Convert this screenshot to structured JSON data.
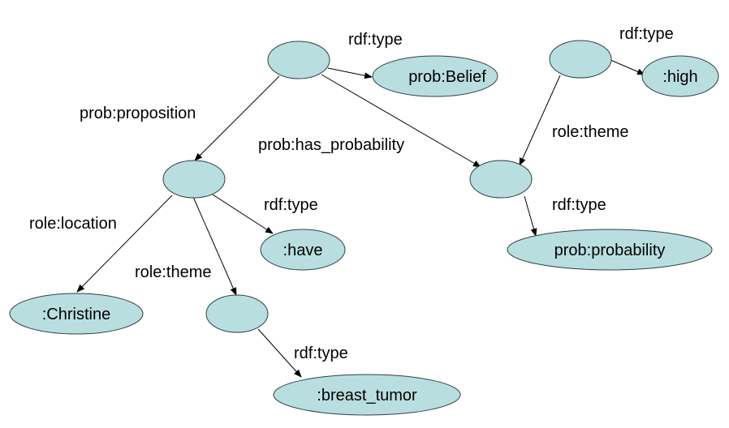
{
  "nodes": {
    "belief_blank": "",
    "belief": "prob:Belief",
    "high_blank": "",
    "high": ":high",
    "prop_blank": "",
    "prob_blank": "",
    "have": ":have",
    "probability": "prob:probability",
    "christine": ":Christine",
    "theme_blank": "",
    "tumor": ":breast_tumor"
  },
  "edges": {
    "belief_type": "rdf:type",
    "proposition": "prob:proposition",
    "has_probability": "prob:has_probability",
    "high_type": "rdf:type",
    "high_theme": "role:theme",
    "have_type": "rdf:type",
    "prob_type": "rdf:type",
    "location": "role:location",
    "theme": "role:theme",
    "tumor_type": "rdf:type"
  },
  "colors": {
    "node_fill": "#b9dee0",
    "node_stroke": "#2f3f46"
  }
}
